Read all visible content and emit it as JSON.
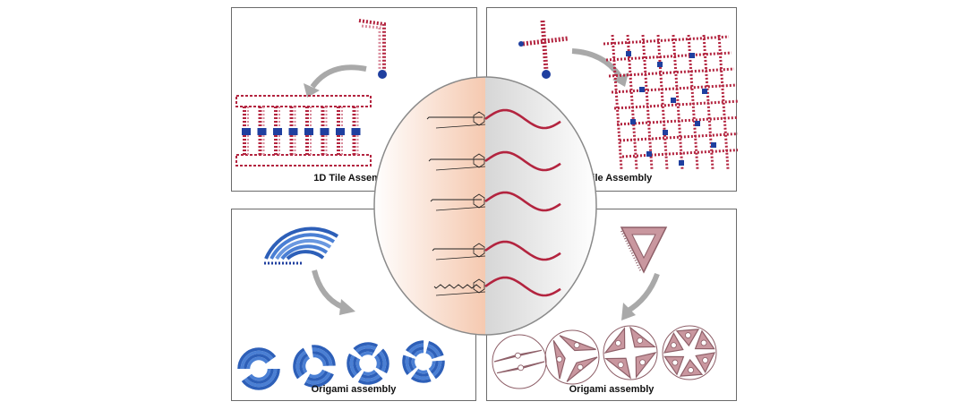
{
  "panels": {
    "tile_1d": {
      "label": "1D Tile Assembly"
    },
    "tile_2d": {
      "label": "2D Tile Assembly"
    },
    "origami_blue": {
      "label": "Origami assembly"
    },
    "origami_pink": {
      "label": "Origami assembly"
    }
  },
  "colors": {
    "dna_red": "#b3243f",
    "hydrophobe_blue": "#1f3f9f",
    "origami_blue": "#4a7fd4",
    "origami_pink": "#c9979f",
    "arrow_gray": "#a9a9a9",
    "circle_left": "#f5c9b0",
    "circle_right": "#d6d6d6"
  }
}
